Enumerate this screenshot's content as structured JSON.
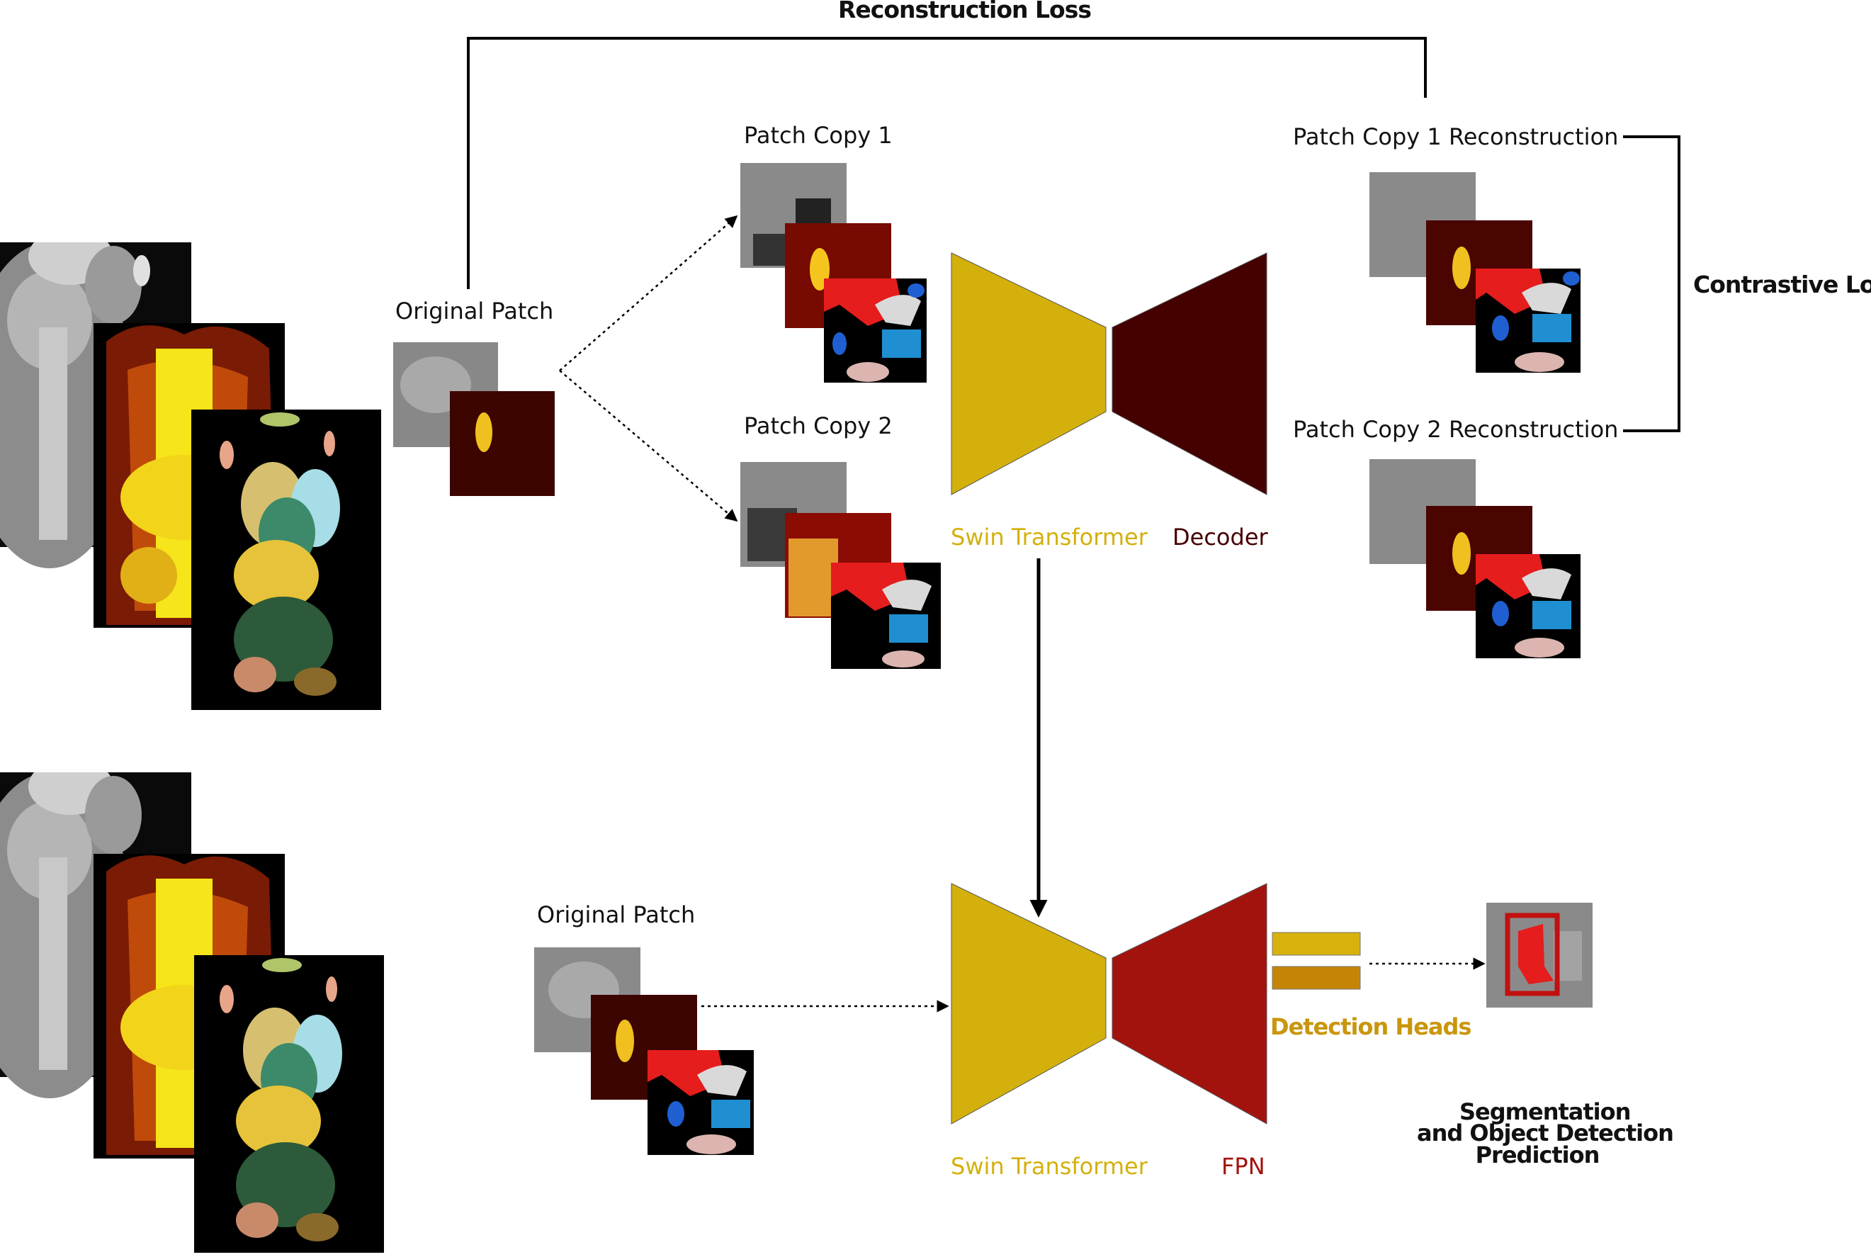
{
  "labels": {
    "reconstruction_loss": "Reconstruction Loss",
    "contrastive_loss": "Contrastive Loss",
    "original_patch_top": "Original Patch",
    "original_patch_bottom": "Original Patch",
    "patch_copy_1": "Patch Copy 1",
    "patch_copy_2": "Patch Copy 2",
    "patch_copy_1_recon": "Patch Copy 1 Reconstruction",
    "patch_copy_2_recon": "Patch Copy 2 Reconstruction",
    "encoder_top": "Swin Transformer",
    "decoder_top": "Decoder",
    "encoder_bottom": "Swin Transformer",
    "fpn": "FPN",
    "detection_heads": "Detection Heads",
    "prediction_line1": "Segmentation",
    "prediction_line2": "and Object Detection",
    "prediction_line3": "Prediction"
  },
  "colors": {
    "swin": "#d4b00c",
    "decoder": "#450000",
    "fpn": "#a3130e",
    "head_1": "#d8b10c",
    "head_2": "#c48507",
    "detection_text": "#c9960c"
  }
}
